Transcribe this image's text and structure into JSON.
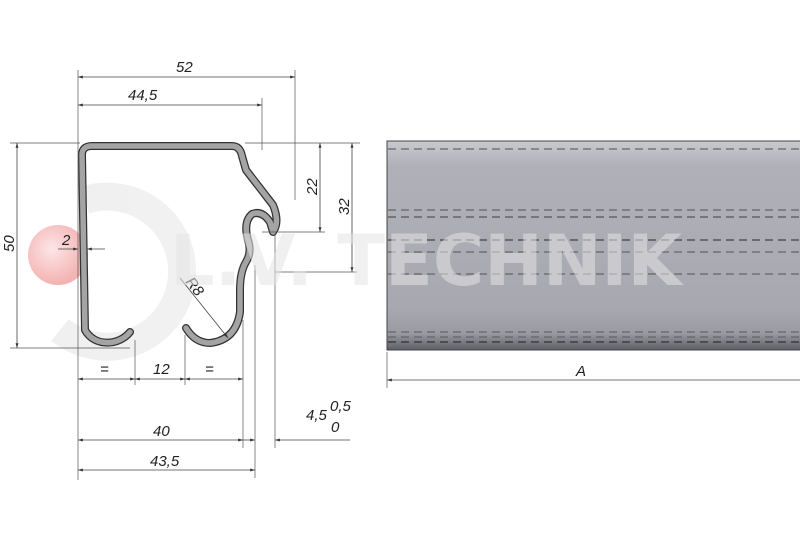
{
  "watermark": {
    "text": "L.V. TECHNIK",
    "accent_color": "#f4b7b7"
  },
  "profile_dimensions": {
    "overall_width": "52",
    "inner_width": "44,5",
    "height": "50",
    "thickness": "2",
    "hook_depth": "22",
    "hook_height": "32",
    "radius": "R8",
    "bottom_equal_left": "=",
    "slot_width": "12",
    "bottom_equal_right": "=",
    "base_width": "40",
    "base_width_outer": "43,5",
    "gap_nominal": "4,5",
    "gap_tol_upper": "0,5",
    "gap_tol_lower": "0"
  },
  "side_view": {
    "length_label": "A",
    "fill_color": "#a9a9b3"
  }
}
